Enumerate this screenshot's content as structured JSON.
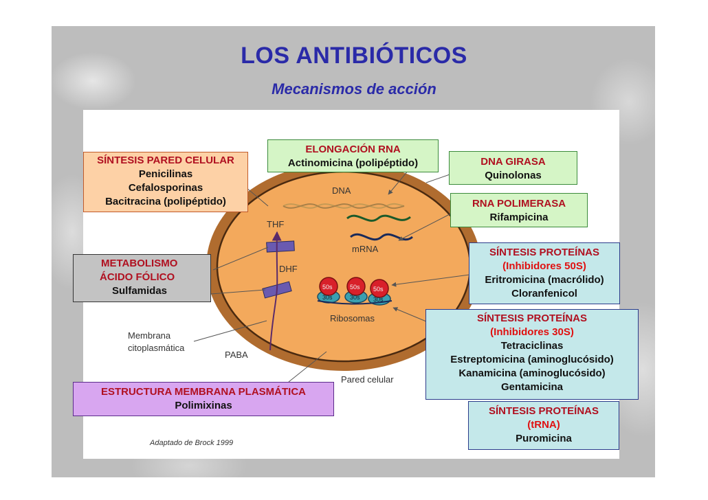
{
  "slide": {
    "title": "LOS ANTIBIÓTICOS",
    "subtitle": "Mecanismos de acción"
  },
  "diagram": {
    "labels": {
      "dna": "DNA",
      "mrna": "mRNA",
      "thf": "THF",
      "dhf": "DHF",
      "paba": "PABA",
      "ribosomas": "Ribosomas",
      "membrana_1": "Membrana",
      "membrana_2": "citoplasmática",
      "pared": "Pared celular",
      "r50": "50s",
      "r30": "30s"
    },
    "credit": "Adaptado de Brock 1999"
  },
  "boxes": {
    "pared": {
      "title": "SÍNTESIS PARED CELULAR",
      "lines": [
        "Penicilinas",
        "Cefalosporinas",
        "Bacitracina (polipéptido)"
      ],
      "color": "#fdd1a6"
    },
    "elongacion": {
      "title": "ELONGACIÓN RNA",
      "lines": [
        "Actinomicina (polipéptido)"
      ],
      "color": "#d5f5c6"
    },
    "girasa": {
      "title": "DNA GIRASA",
      "lines": [
        "Quinolonas"
      ],
      "color": "#d5f5c6"
    },
    "polimerasa": {
      "title": "RNA POLIMERASA",
      "lines": [
        "Rifampicina"
      ],
      "color": "#d5f5c6"
    },
    "folico": {
      "title_1": "METABOLISMO",
      "title_2": "ÁCIDO FÓLICO",
      "lines": [
        "Sulfamidas"
      ],
      "color": "#c3c3c3"
    },
    "s50": {
      "title": "SÍNTESIS PROTEÍNAS",
      "subtitle": "(Inhibidores 50S)",
      "lines": [
        "Eritromicina (macrólido)",
        "Cloranfenicol"
      ],
      "color": "#c4e8ea"
    },
    "s30": {
      "title": "SÍNTESIS PROTEÍNAS",
      "subtitle": "(Inhibidores 30S)",
      "lines": [
        "Tetraciclinas",
        "Estreptomicina (aminoglucósido)",
        "Kanamicina (aminoglucósido)",
        "Gentamicina"
      ],
      "color": "#c4e8ea"
    },
    "trna": {
      "title": "SÍNTESIS PROTEÍNAS",
      "subtitle": "(tRNA)",
      "lines": [
        "Puromicina"
      ],
      "color": "#c4e8ea"
    },
    "membrana": {
      "title": "ESTRUCTURA MEMBRANA PLASMÁTICA",
      "lines": [
        "Polimixinas"
      ],
      "color": "#d8a6f0"
    }
  }
}
